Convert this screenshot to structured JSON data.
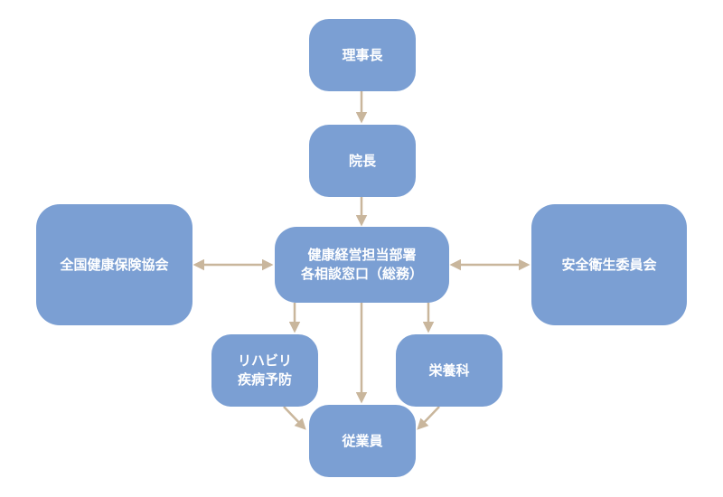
{
  "nodes": {
    "chairman": "理事長",
    "director": "院長",
    "center_line1": "健康経営担当部署",
    "center_line2": "各相談窓口（総務）",
    "kyokai": "全国健康保険協会",
    "safety": "安全衛生委員会",
    "rehab_line1": "リハビリ",
    "rehab_line2": "疾病予防",
    "nutrition": "栄養科",
    "staff": "従業員"
  },
  "colors": {
    "node_fill": "#7b9fd3",
    "node_text": "#ffffff",
    "connector": "#c9b69c"
  }
}
